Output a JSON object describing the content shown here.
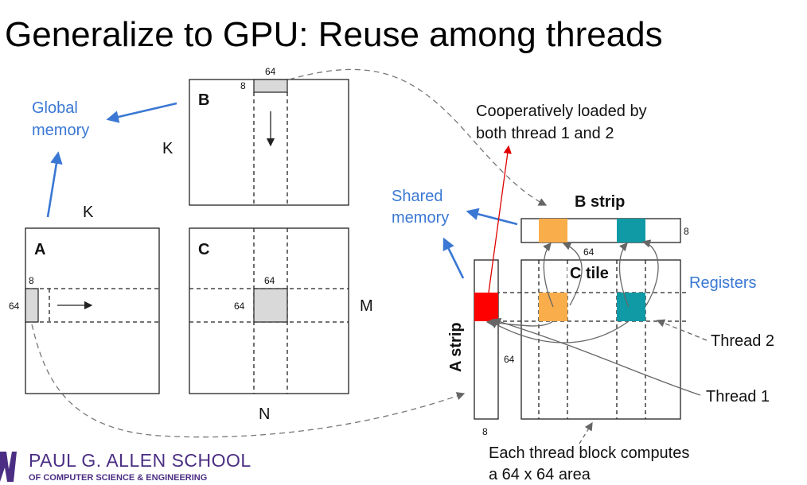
{
  "title": "Generalize to GPU: Reuse among threads",
  "labels": {
    "global_memory": [
      "Global",
      "memory"
    ],
    "shared_memory": [
      "Shared",
      "memory"
    ],
    "registers": "Registers",
    "cooperative": [
      "Cooperatively loaded by",
      "both thread 1 and 2"
    ],
    "thread2": "Thread 2",
    "thread1": "Thread 1",
    "block_note": [
      "Each thread block computes",
      "a 64 x 64 area"
    ]
  },
  "matrices": {
    "B": "B",
    "A": "A",
    "C": "C",
    "K_top": "K",
    "K_left": "K",
    "M": "M",
    "N": "N",
    "b_64": "64",
    "b_8": "8",
    "a_8": "8",
    "a_64": "64",
    "c_64_top": "64",
    "c_64_left": "64"
  },
  "shared": {
    "b_strip": "B strip",
    "b_8": "8",
    "b_64": "64",
    "c_tile": "C tile",
    "a_strip": "A strip",
    "a_64": "64",
    "a_8": "8"
  },
  "colors": {
    "red": "#ff0000",
    "orange": "#f9ad4b",
    "teal": "#0f9aa6",
    "blue": "#3a78d4"
  },
  "logo": {
    "main": "PAUL G. ALLEN SCHOOL",
    "sub": "OF COMPUTER SCIENCE & ENGINEERING"
  }
}
